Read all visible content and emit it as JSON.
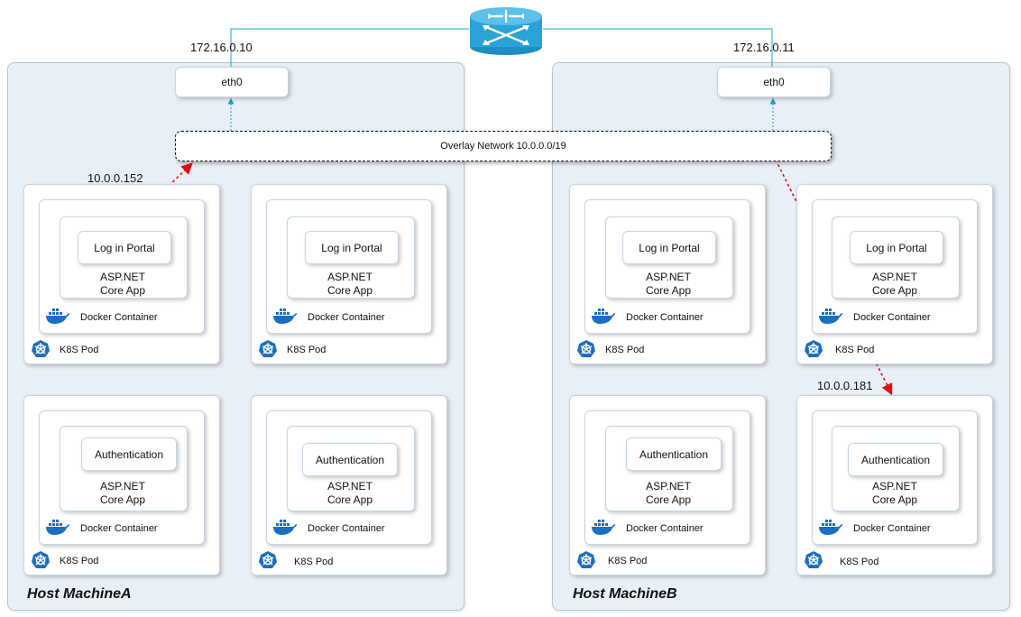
{
  "router_icon": "router-icon",
  "overlay": {
    "label": "Overlay Network 10.0.0.0/19"
  },
  "hosts": [
    {
      "label": "Host MachineA",
      "ip": "172.16.0.10",
      "eth": "eth0",
      "pods": [
        {
          "pod_label": "K8S Pod",
          "container_label": "Docker Container",
          "service": "Log in Portal",
          "app_line1": "ASP.NET",
          "app_line2": "Core App",
          "ip": "10.0.0.152"
        },
        {
          "pod_label": "K8S Pod",
          "container_label": "Docker Container",
          "service": "Log in Portal",
          "app_line1": "ASP.NET",
          "app_line2": "Core App"
        },
        {
          "pod_label": "K8S Pod",
          "container_label": "Docker Container",
          "service": "Authentication",
          "app_line1": "ASP.NET",
          "app_line2": "Core App"
        },
        {
          "pod_label": "K8S Pod",
          "container_label": "Docker Container",
          "service": "Authentication",
          "app_line1": "ASP.NET",
          "app_line2": "Core App"
        }
      ]
    },
    {
      "label": "Host MachineB",
      "ip": "172.16.0.11",
      "eth": "eth0",
      "pods": [
        {
          "pod_label": "K8S Pod",
          "container_label": "Docker Container",
          "service": "Log in Portal",
          "app_line1": "ASP.NET",
          "app_line2": "Core App"
        },
        {
          "pod_label": "K8S Pod",
          "container_label": "Docker Container",
          "service": "Log in Portal",
          "app_line1": "ASP.NET",
          "app_line2": "Core App"
        },
        {
          "pod_label": "K8S Pod",
          "container_label": "Docker Container",
          "service": "Authentication",
          "app_line1": "ASP.NET",
          "app_line2": "Core App"
        },
        {
          "pod_label": "K8S Pod",
          "container_label": "Docker Container",
          "service": "Authentication",
          "app_line1": "ASP.NET",
          "app_line2": "Core App",
          "ip": "10.0.0.181"
        }
      ]
    }
  ],
  "colors": {
    "host_bg": "#e9eff6",
    "link_line": "#1aa0c8",
    "flow_arrow": "#e01010",
    "icon_blue": "#1b6fc2"
  }
}
